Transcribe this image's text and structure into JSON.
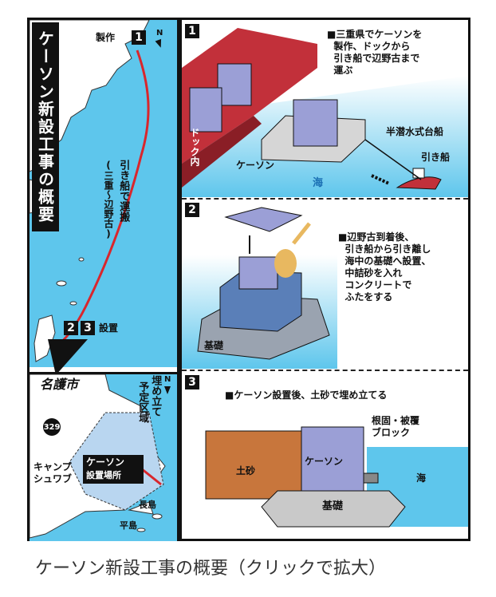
{
  "title": "ケーソン新設工事の概要",
  "map": {
    "marker_1_label": "製作",
    "marker_1_num": "1",
    "route_label": "引き船で運搬",
    "route_sub": "(三重〜辺野古)",
    "marker_23_nums": [
      "2",
      "3"
    ],
    "marker_23_label": "設置",
    "north": "N"
  },
  "inset": {
    "city": "名護市",
    "area_label": "予定区域",
    "area_prefix": "埋め立て",
    "route_shield": "329",
    "camp": "キャンプ\nシュワブ",
    "site_label_1": "ケーソン",
    "site_label_2": "設置場所",
    "island_1": "長島",
    "island_2": "平島",
    "north": "N"
  },
  "panel1": {
    "num": "1",
    "text": "■三重県でケーソンを\n  製作、ドックから\n  引き船で辺野古まで\n  運ぶ",
    "dock": "ドック内",
    "caisson": "ケーソン",
    "semi_sub": "半潜水式台船",
    "tug": "引き船",
    "sea": "海"
  },
  "panel2": {
    "num": "2",
    "text": "■辺野古到着後、\n  引き船から引き離し\n  海中の基礎へ設置、\n  中詰砂を入れ\n  コンクリートで\n  ふたをする",
    "foundation": "基礎"
  },
  "panel3": {
    "num": "3",
    "text": "■ケーソン設置後、土砂で埋め立てる",
    "soil": "土砂",
    "caisson": "ケーソン",
    "block": "根固・被覆\nブロック",
    "sea": "海",
    "foundation": "基礎"
  },
  "caption": "ケーソン新設工事の概要（クリックで拡大）",
  "colors": {
    "sea": "#5ec6ec",
    "land": "#ffffff",
    "route": "#d9262c",
    "dock": "#c2303a",
    "caisson": "#9b9fd6",
    "soil": "#c8763c",
    "foundation": "#c9c9c9"
  }
}
